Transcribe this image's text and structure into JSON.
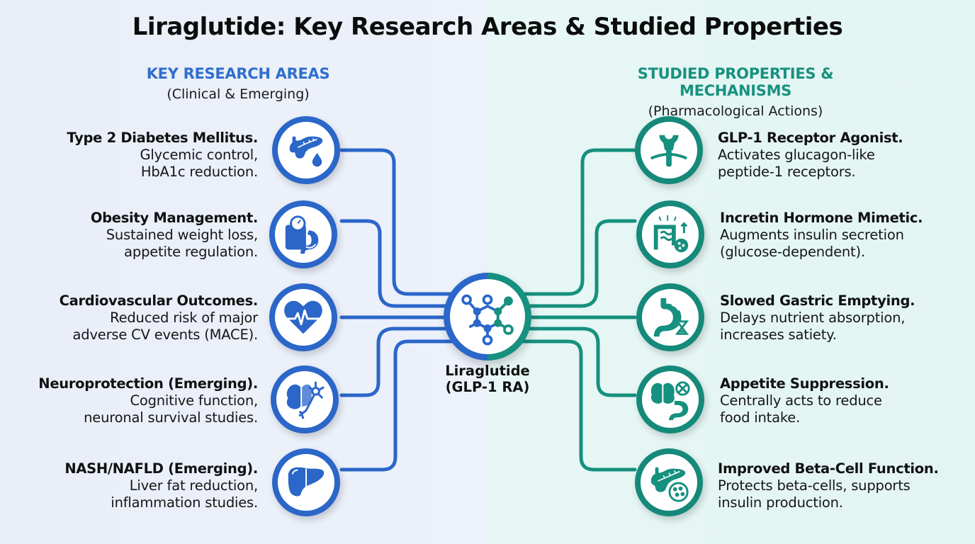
{
  "title": "Liraglutide: Key Research Areas & Studied Properties",
  "left_section": {
    "heading": "KEY RESEARCH AREAS",
    "subheading": "(Clinical & Emerging)",
    "color": "#2b66c9",
    "items": [
      {
        "title": "Type 2 Diabetes Mellitus.",
        "desc1": "Glycemic control,",
        "desc2": "HbA1c reduction.",
        "icon": "pancreas-drop-icon"
      },
      {
        "title": "Obesity Management.",
        "desc1": "Sustained weight loss,",
        "desc2": "appetite regulation.",
        "icon": "scale-stomach-icon"
      },
      {
        "title": "Cardiovascular Outcomes.",
        "desc1": "Reduced risk of major",
        "desc2": "adverse CV events (MACE).",
        "icon": "heart-pulse-icon"
      },
      {
        "title": "Neuroprotection (Emerging).",
        "desc1": "Cognitive function,",
        "desc2": "neuronal survival studies.",
        "icon": "brain-neuron-icon"
      },
      {
        "title": "NASH/NAFLD (Emerging).",
        "desc1": "Liver fat reduction,",
        "desc2": "inflammation studies.",
        "icon": "liver-icon"
      }
    ]
  },
  "right_section": {
    "heading": "STUDIED PROPERTIES & MECHANISMS",
    "subheading": "(Pharmacological Actions)",
    "color": "#15897a",
    "items": [
      {
        "title": "GLP-1 Receptor Agonist.",
        "desc1": "Activates glucagon-like",
        "desc2": "peptide-1 receptors.",
        "icon": "receptor-icon"
      },
      {
        "title": "Incretin Hormone Mimetic.",
        "desc1": "Augments insulin secretion",
        "desc2": "(glucose-dependent).",
        "icon": "intestine-insulin-icon"
      },
      {
        "title": "Slowed Gastric Emptying.",
        "desc1": "Delays nutrient absorption,",
        "desc2": "increases satiety.",
        "icon": "stomach-hourglass-icon"
      },
      {
        "title": "Appetite Suppression.",
        "desc1": "Centrally acts to reduce",
        "desc2": "food intake.",
        "icon": "brain-stomach-icon"
      },
      {
        "title": "Improved Beta-Cell Function.",
        "desc1": "Protects beta-cells, supports",
        "desc2": "insulin production.",
        "icon": "pancreas-cells-icon"
      }
    ]
  },
  "center": {
    "label_line1": "Liraglutide",
    "label_line2": "(GLP-1 RA)",
    "icon": "molecule-icon"
  }
}
